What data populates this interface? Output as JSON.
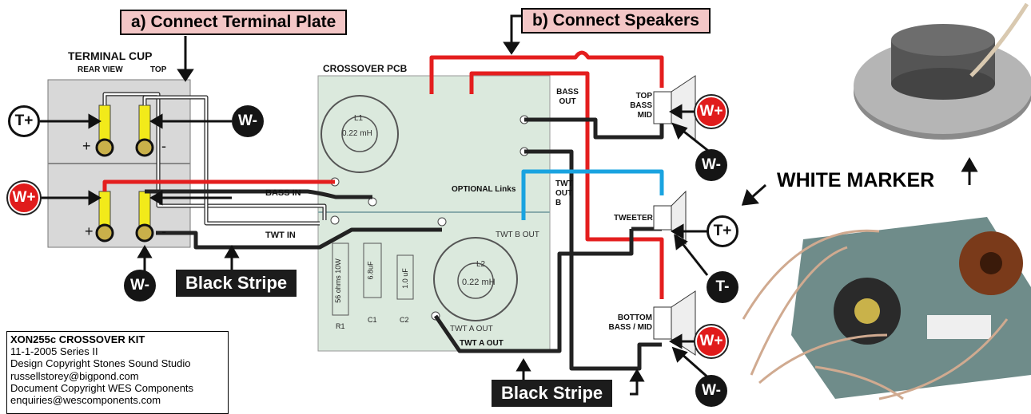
{
  "headers": {
    "a": "a) Connect Terminal Plate",
    "b": "b) Connect Speakers"
  },
  "terminal": {
    "title": "TERMINAL CUP",
    "rear_view": "REAR VIEW",
    "top": "TOP",
    "plus": "+",
    "minus": "-"
  },
  "pcb": {
    "title": "CROSSOVER PCB",
    "bass_in": "BASS IN",
    "twt_in": "TWT IN",
    "optional_links": "OPTIONAL Links",
    "twt_b_out_small": "TWT B OUT",
    "twt_a_out_small": "TWT A OUT",
    "twt_a_out": "TWT A OUT",
    "l1": "L1",
    "l1_value": "0.22 mH",
    "l2": "L2",
    "l2_value": "0.22 mH",
    "r1": "R1",
    "r1_value": "56 ohms 10W",
    "c1": "C1",
    "c1_value": "6.8uF",
    "c2": "C2",
    "c2_value": "1.0 uF"
  },
  "outputs": {
    "bass_out": "BASS OUT",
    "twt_out_b": "TWT OUT B",
    "top_bass_mid": "TOP BASS MID",
    "tweeter": "TWEETER",
    "bottom_bass_mid": "BOTTOM BASS / MID"
  },
  "badges": {
    "t_plus": "T+",
    "w_minus": "W-",
    "w_plus": "W+",
    "t_minus": "T-"
  },
  "black_stripe": "Black Stripe",
  "white_marker": "WHITE MARKER",
  "info": {
    "title": "XON255c CROSSOVER KIT",
    "line1": "11-1-2005 Series II",
    "line2": "Design Copyright Stones Sound Studio",
    "line3": "russellstorey@bigpond.com",
    "line4": "Document Copyright WES Components",
    "line5": "enquiries@wescomponents.com"
  },
  "colors": {
    "red_wire": "#e41e1e",
    "blue_wire": "#1aa3e0",
    "black_wire": "#222222",
    "white_wire": "#ffffff",
    "pcb_green": "#dbe9dd",
    "terminal_yellow": "#f2ea1a",
    "header_pink": "#f3c6c6"
  }
}
